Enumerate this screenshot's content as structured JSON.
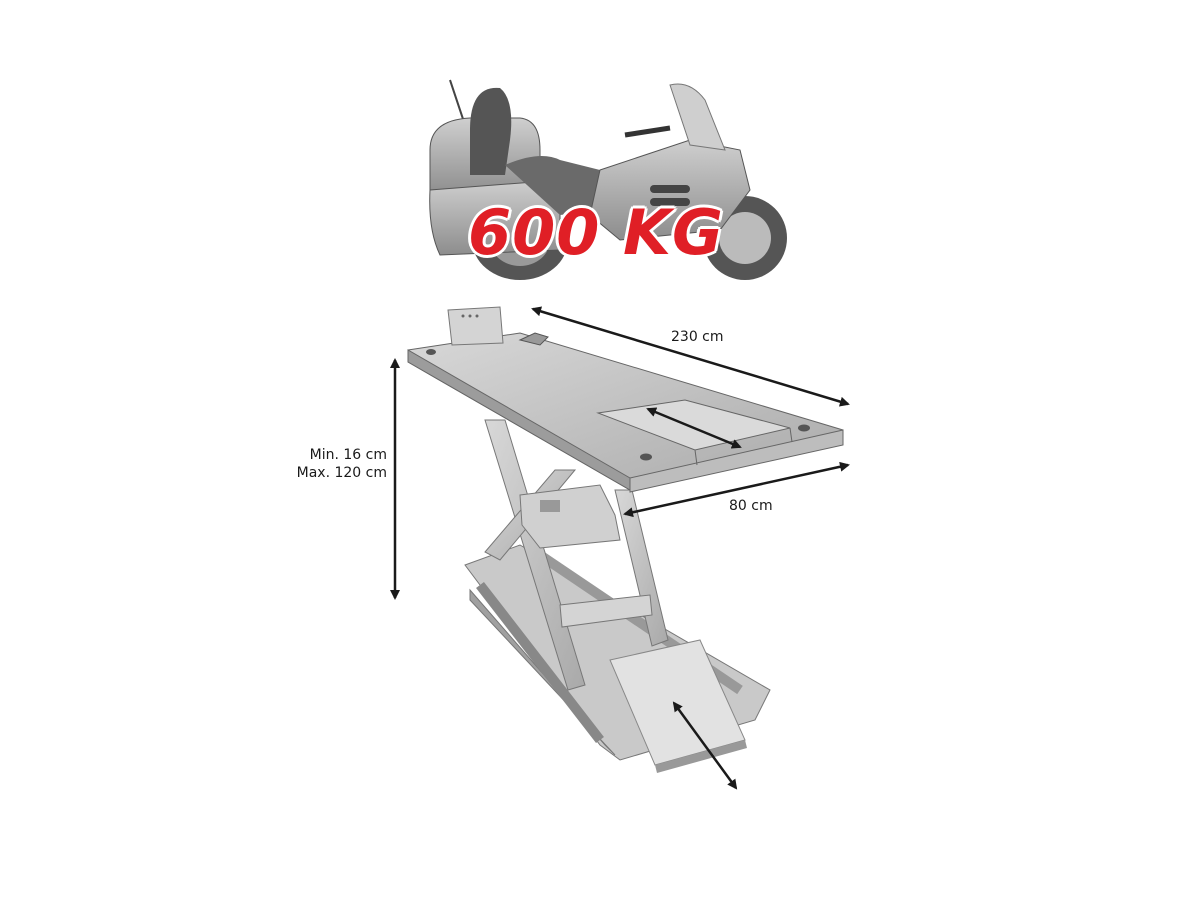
{
  "product": {
    "capacity_label": "600 KG",
    "capacity_color": "#e01f26"
  },
  "dimensions": {
    "height_min": "Min. 16 cm",
    "height_max": "Max. 120 cm",
    "length": "230 cm",
    "width": "80 cm"
  },
  "icons": {
    "motorcycle": "motorcycle-illustration",
    "lift": "motorcycle-lift-illustration",
    "arrows": "double-headed-dimension-arrow"
  }
}
